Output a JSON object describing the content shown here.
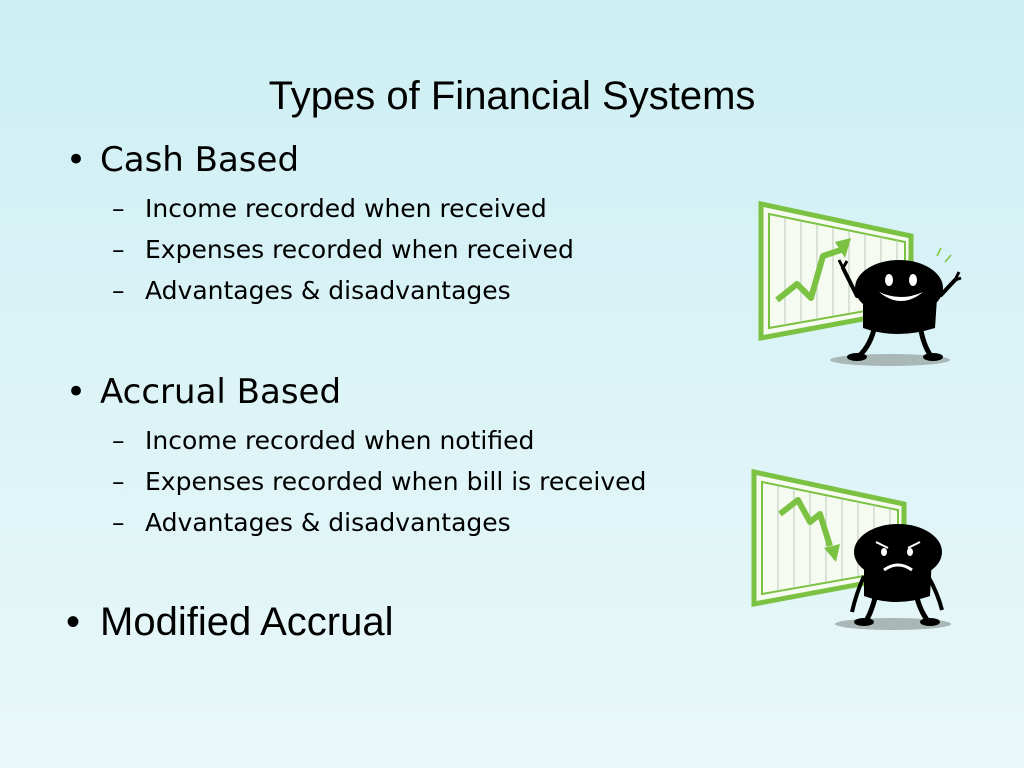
{
  "slide": {
    "title": "Types of Financial Systems",
    "bullet_glyph": "•",
    "dash_glyph": "–",
    "sections": [
      {
        "heading": "Cash Based",
        "items": [
          "Income recorded when received",
          "Expenses recorded when received",
          "Advantages & disadvantages"
        ]
      },
      {
        "heading": "Accrual Based",
        "items": [
          "Income recorded when notified",
          "Expenses recorded when bill is received",
          "Advantages & disadvantages"
        ]
      },
      {
        "heading": "Modified Accrual",
        "items": []
      }
    ]
  },
  "art": {
    "frame_color": "#7cc242",
    "chart_line_color": "#7cc242",
    "character_color": "#000000",
    "shadow_color": "#a9b7b7",
    "happy_character": "happy-character-icon",
    "sad_character": "sad-character-icon"
  }
}
